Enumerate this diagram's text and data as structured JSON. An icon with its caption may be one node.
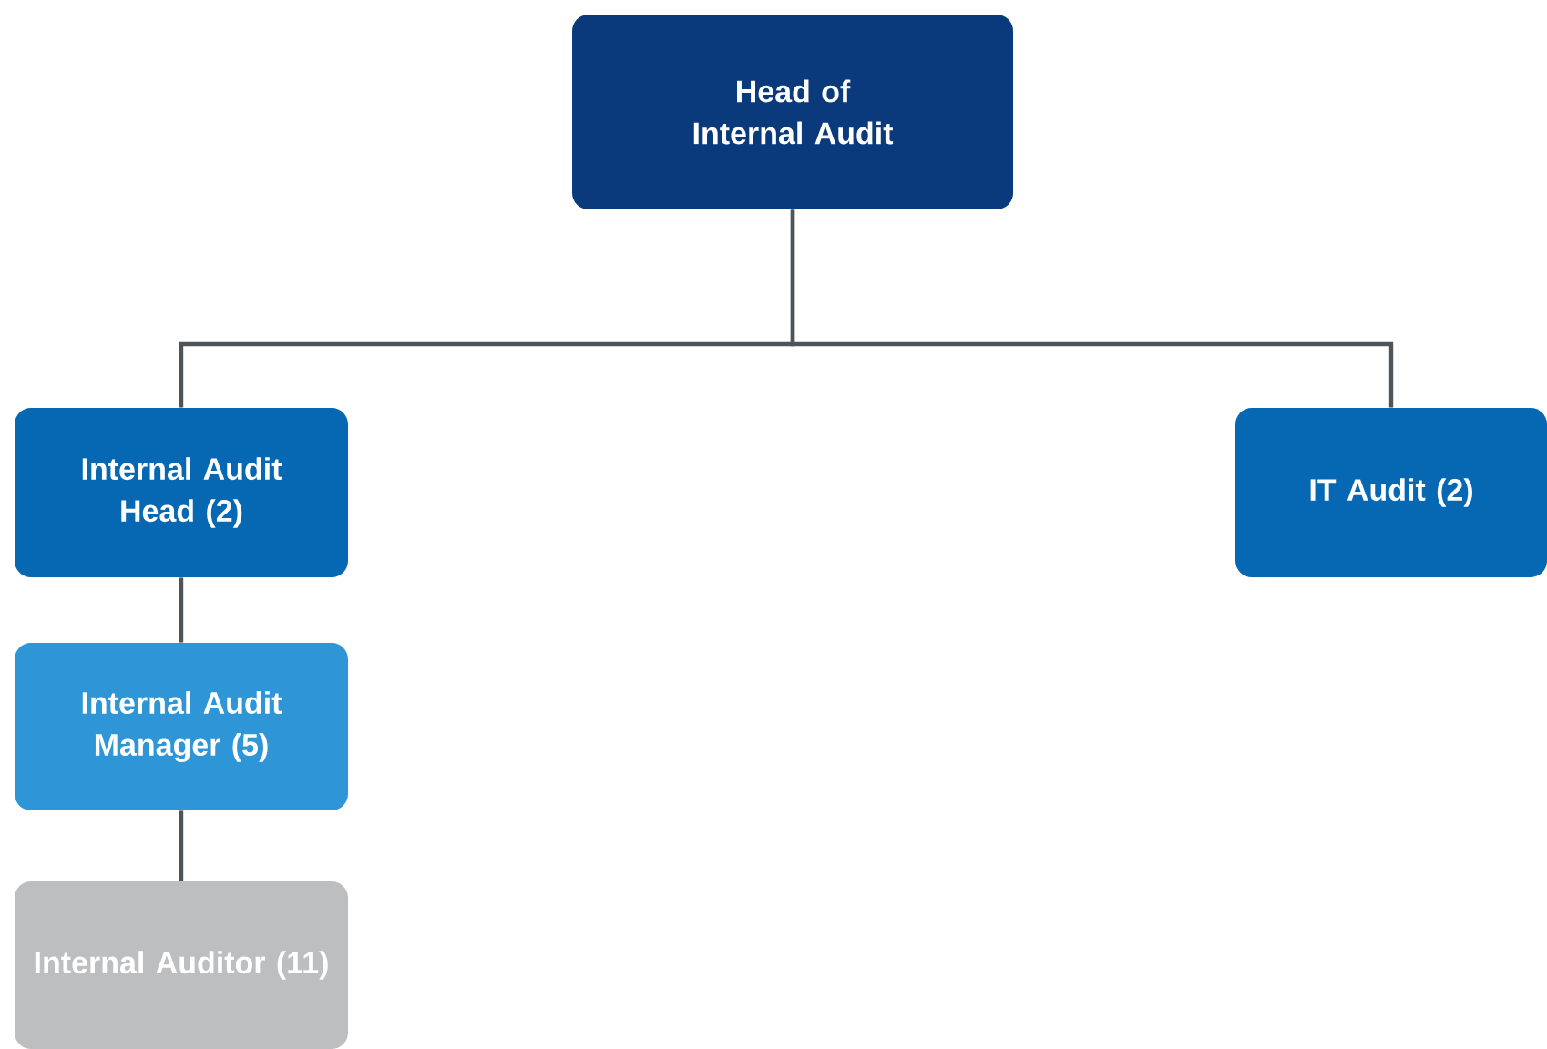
{
  "diagram": {
    "nodes": [
      {
        "text": [
          "Head of Internal Audit"
        ]
      },
      {
        "text": [
          "Internal Audit Head (2)"
        ]
      },
      {
        "text": [
          "IT Audit (2)"
        ]
      },
      {
        "text": [
          "Internal Audit Manager (5)"
        ]
      },
      {
        "text": [
          "Internal Auditor (11)"
        ]
      }
    ],
    "edges": [
      {
        "from": 0,
        "to": 1,
        "arrow": "none"
      },
      {
        "from": 0,
        "to": 2,
        "arrow": "none"
      },
      {
        "from": 1,
        "to": 3,
        "arrow": "none"
      },
      {
        "from": 3,
        "to": 4,
        "arrow": "none"
      }
    ]
  }
}
